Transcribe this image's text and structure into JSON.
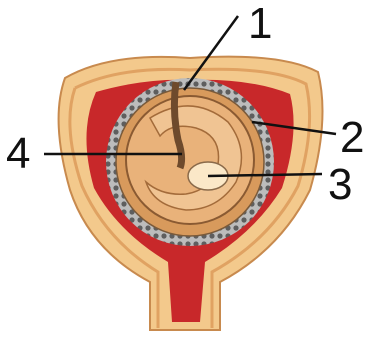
{
  "labels": [
    {
      "id": "1",
      "text": "1"
    },
    {
      "id": "2",
      "text": "2"
    },
    {
      "id": "3",
      "text": "3"
    },
    {
      "id": "4",
      "text": "4"
    }
  ],
  "colors": {
    "outer_wall": "#f3c98c",
    "wall_layers": "#e8a868",
    "lining_red": "#c8282a",
    "villi_gray": "#6a6a6a",
    "sac_fill": "#e9b27a",
    "embryo": "#f0c493",
    "yolk": "#fbe8c8",
    "lines": "#111111"
  }
}
